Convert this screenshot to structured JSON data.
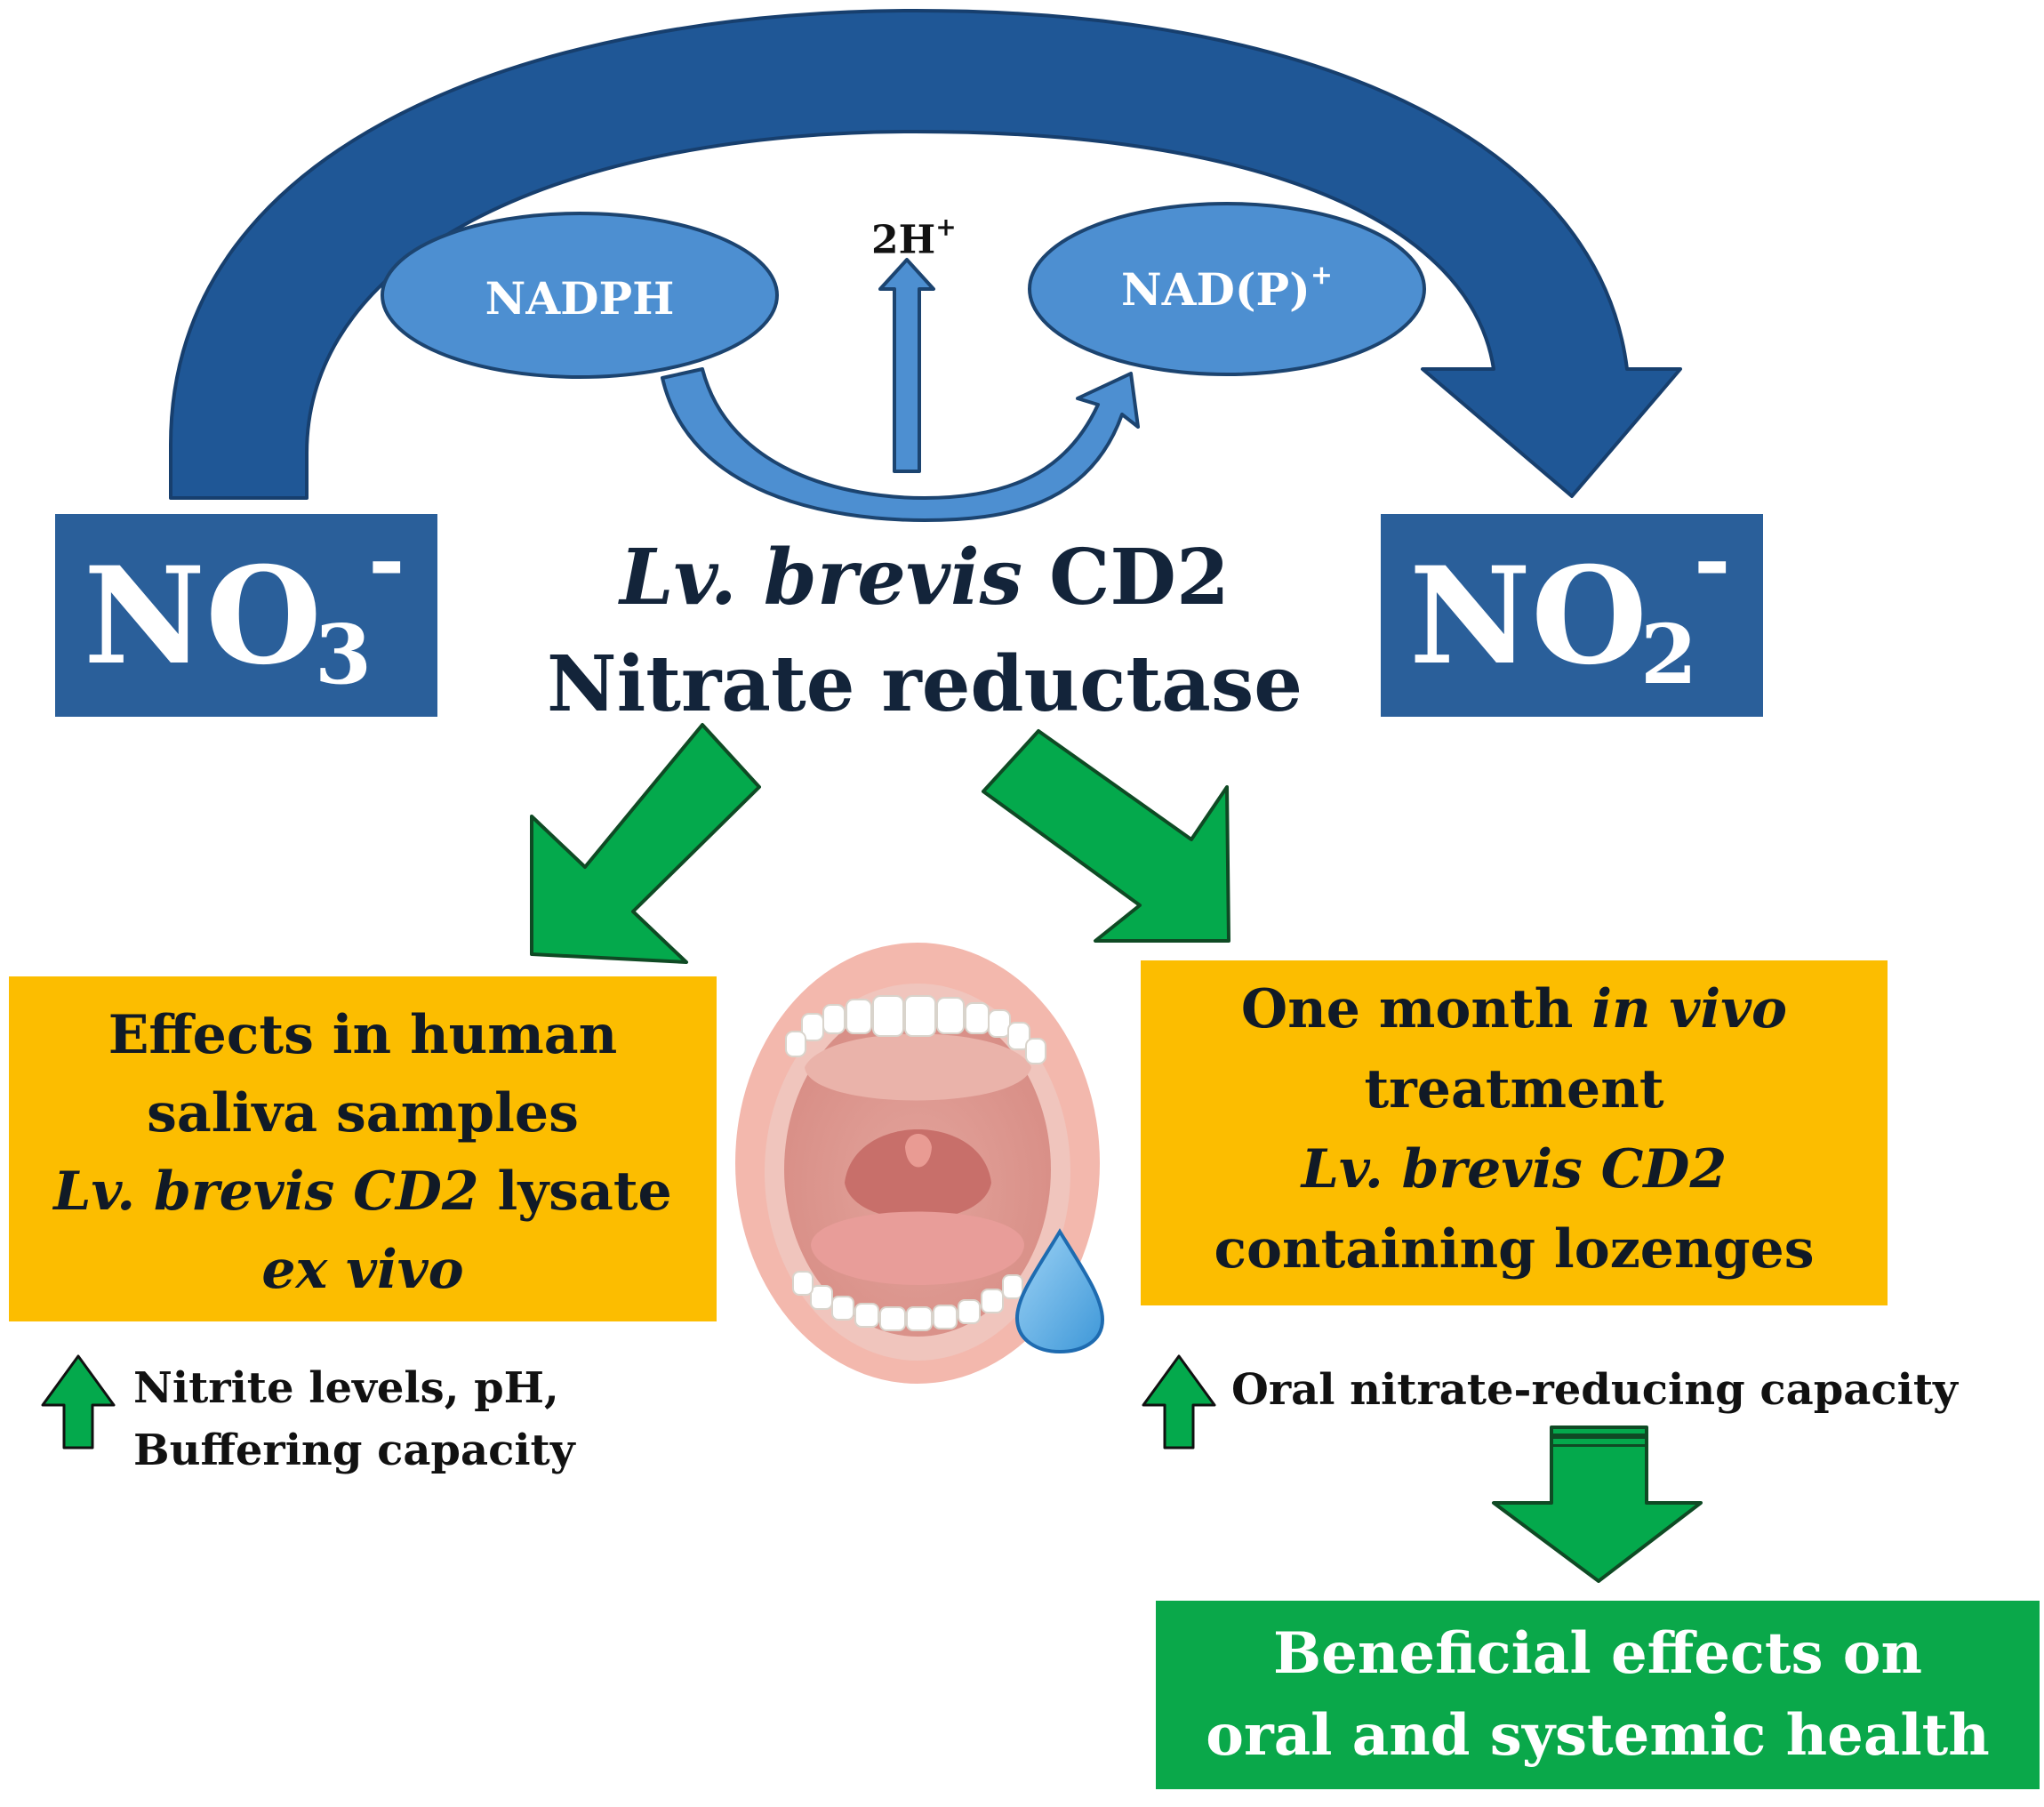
{
  "colors": {
    "dark_blue": "#1f5796",
    "oval_blue": "#4d8fd1",
    "box_blue": "#2a5f9a",
    "orange": "#fcbd00",
    "green": "#0aa84a",
    "green_arrow": "#04a94c",
    "navy_text": "#13243a"
  },
  "reaction": {
    "substrate": {
      "base": "NO",
      "subscript": "3",
      "superscript": "-"
    },
    "product": {
      "base": "NO",
      "subscript": "2",
      "superscript": "-"
    },
    "cofactor_in": "NADPH",
    "cofactor_out": {
      "base": "NAD(P)",
      "superscript": "+"
    },
    "protons": {
      "base": "2H",
      "superscript": "+"
    },
    "enzyme": {
      "organism_italic": "Lv. brevis",
      "strain": "CD2",
      "name": "Nitrate reductase"
    }
  },
  "left_branch": {
    "box_lines": [
      {
        "text": "Effects in human",
        "italic": false
      },
      {
        "text": "saliva samples",
        "italic": false
      },
      {
        "italic_part": "Lv. brevis CD2",
        "plain_part": " lysate"
      },
      {
        "text": "ex vivo",
        "italic": true
      }
    ],
    "result_icon": "up-arrow-icon",
    "result_lines": [
      "Nitrite levels, pH,",
      "Buffering capacity"
    ]
  },
  "right_branch": {
    "box_lines": [
      {
        "plain_part": "One month ",
        "italic_part": "in vivo"
      },
      {
        "text": "treatment",
        "italic": false
      },
      {
        "text": "Lv. brevis CD2",
        "italic": true
      },
      {
        "text": "containing lozenges",
        "italic": false
      }
    ],
    "result_icon": "up-arrow-icon",
    "result_text": "Oral nitrate-reducing capacity",
    "outcome_lines": [
      "Beneficial effects on",
      "oral and systemic health"
    ]
  },
  "illustration": {
    "icon": "open-mouth-icon",
    "drop_icon": "saliva-drop-icon"
  }
}
